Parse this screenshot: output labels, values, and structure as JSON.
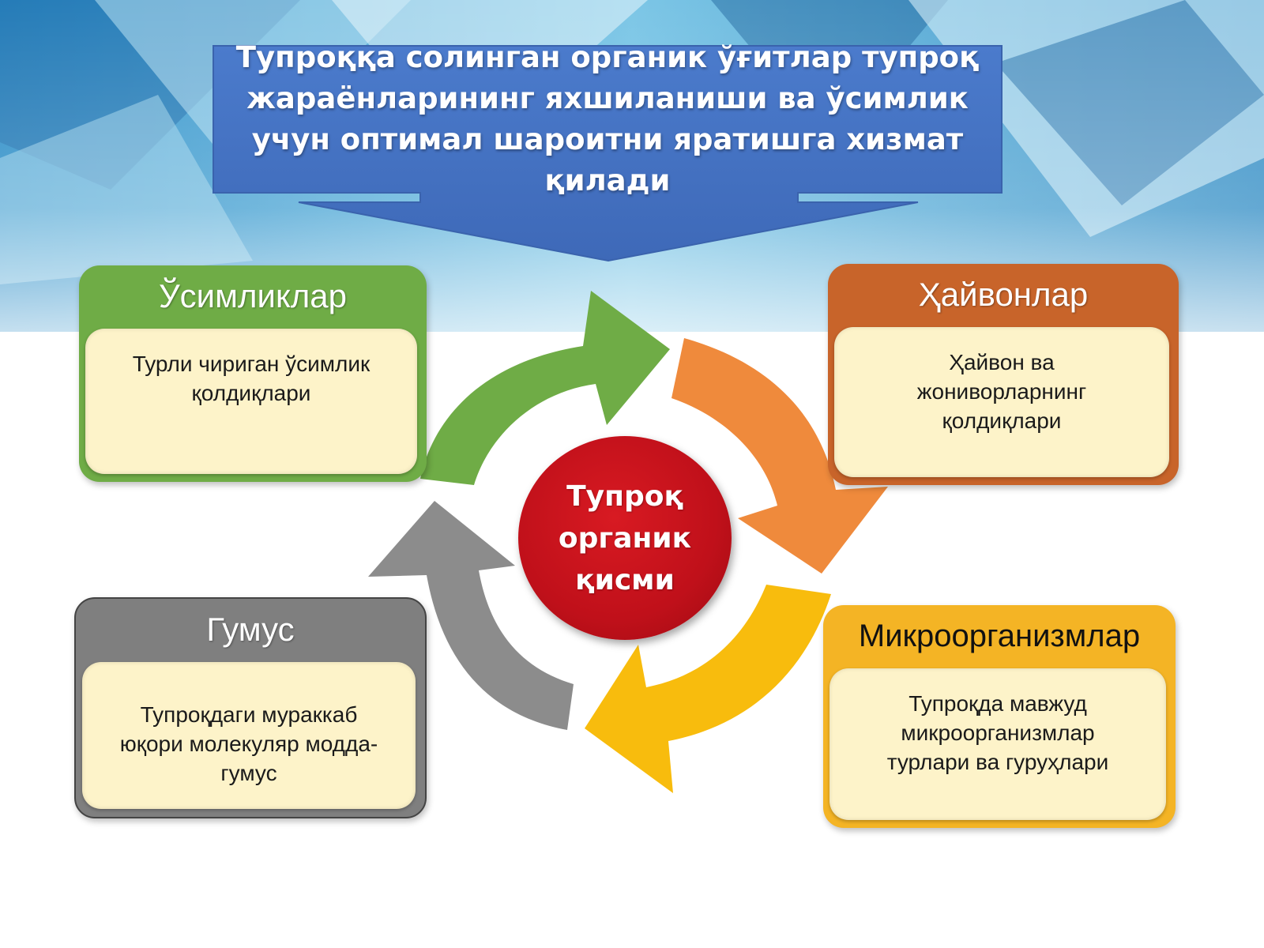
{
  "banner": {
    "text": "Тупроққа солинган органик ўғитлар тупроқ жараёнларининг яхшиланиши ва ўсимлик учун оптимал шароитни яратишга хизмат қилади",
    "color": "#4472c4"
  },
  "center": {
    "label": "Тупроқ\nорганик\nқисми",
    "color": "#c0101a"
  },
  "cards": {
    "plants": {
      "title": "Ўсимликлар",
      "body": "Турли чириган ўсимлик\nқолдиқлари",
      "color": "#6fac46"
    },
    "animals": {
      "title": "Ҳайвонлар",
      "body": "Ҳайвон ва\nжониворларнинг\nқолдиқлари",
      "color": "#c8642a"
    },
    "humus": {
      "title": "Гумус",
      "body": "Тупроқдаги мураккаб\nюқори молекуляр модда-\nгумус",
      "color": "#7f7f7f"
    },
    "micro": {
      "title": "Микроорганизмлар",
      "body": "Тупроқда мавжуд\nмикроорганизмлар\nтурлари ва гуруҳлари",
      "color": "#f4b425"
    }
  },
  "arrows": {
    "green": "#6fac46",
    "orange": "#ef8a3c",
    "yellow": "#f8bc0d",
    "gray": "#8c8c8c"
  }
}
